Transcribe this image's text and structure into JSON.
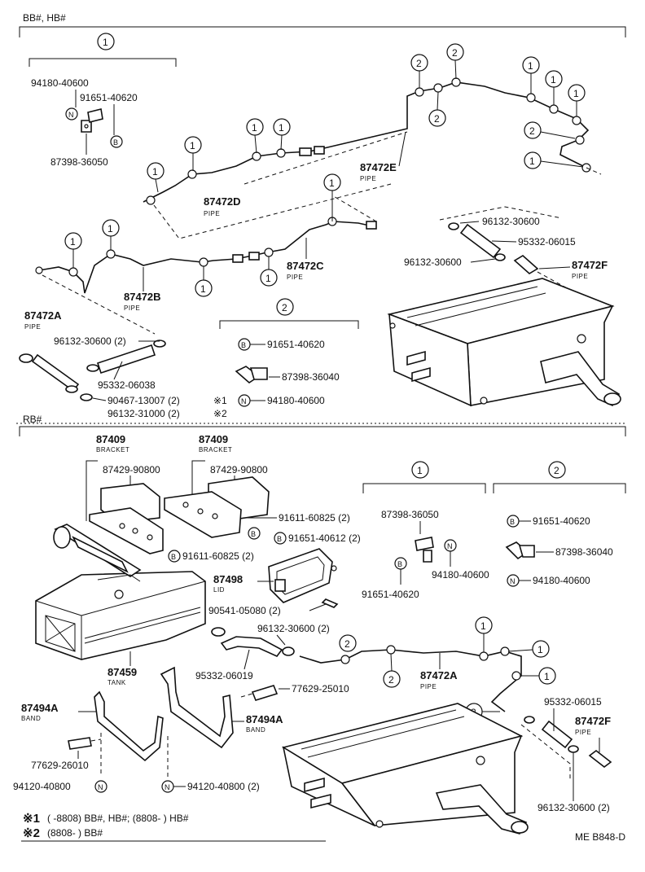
{
  "sections": {
    "top_label": "BB#, HB#",
    "bottom_label": "RB#"
  },
  "refs": {
    "one": "1",
    "two": "2"
  },
  "symbols": {
    "N": "N",
    "B": "B"
  },
  "top": {
    "group1": {
      "p1": "94180-40600",
      "p2": "91651-40620",
      "p3": "87398-36050"
    },
    "pipes": {
      "d": "87472D",
      "e": "87472E",
      "c": "87472C",
      "b": "87472B",
      "a": "87472A",
      "f": "87472F",
      "sub": "PIPE"
    },
    "hoses": {
      "clamp_top": "96132-30600",
      "hose_top": "95332-06015",
      "clamp_mid": "96132-30600",
      "clamp_left": "96132-30600 (2)",
      "hose_left": "95332-06038",
      "clamp_n1": "90467-13007 (2)",
      "clamp_n2": "96132-31000 (2)",
      "note1_mark": "※1",
      "note2_mark": "※2"
    },
    "group2": {
      "p1": "91651-40620",
      "p2": "87398-36040",
      "p3": "94180-40600"
    }
  },
  "bottom": {
    "bracket1": {
      "num": "87409",
      "sub": "BRACKET",
      "pad": "87429-90800"
    },
    "bracket2": {
      "num": "87409",
      "sub": "BRACKET",
      "pad": "87429-90800"
    },
    "bolt1": "91611-60825 (2)",
    "bolt2": "91651-40612 (2)",
    "bolt3": "91611-60825 (2)",
    "lid": {
      "num": "87498",
      "sub": "LID"
    },
    "screw": "90541-05080 (2)",
    "clamp": "96132-30600 (2)",
    "tank": {
      "num": "87459",
      "sub": "TANK"
    },
    "hose": "95332-06019",
    "plug1": "77629-25010",
    "plug2": "77629-26010",
    "band1": {
      "num": "87494A",
      "sub": "BAND"
    },
    "band2": {
      "num": "87494A",
      "sub": "BAND"
    },
    "nut1": "94120-40800",
    "nut2": "94120-40800 (2)",
    "pipe_a": {
      "num": "87472A",
      "sub": "PIPE"
    },
    "hose2": "95332-06015",
    "pipe_f": {
      "num": "87472F",
      "sub": "PIPE"
    },
    "clamp2": "96132-30600 (2)",
    "group1": {
      "p1": "87398-36050",
      "p2": "94180-40600",
      "p3": "91651-40620"
    },
    "group2": {
      "p1": "91651-40620",
      "p2": "87398-36040",
      "p3": "94180-40600"
    }
  },
  "notes": {
    "n1_mark": "※1",
    "n1_text": "(     -8808) BB#, HB#; (8808-        ) HB#",
    "n2_mark": "※2",
    "n2_text": "(8808-           ) BB#"
  },
  "footer_code": "ME B848-D"
}
